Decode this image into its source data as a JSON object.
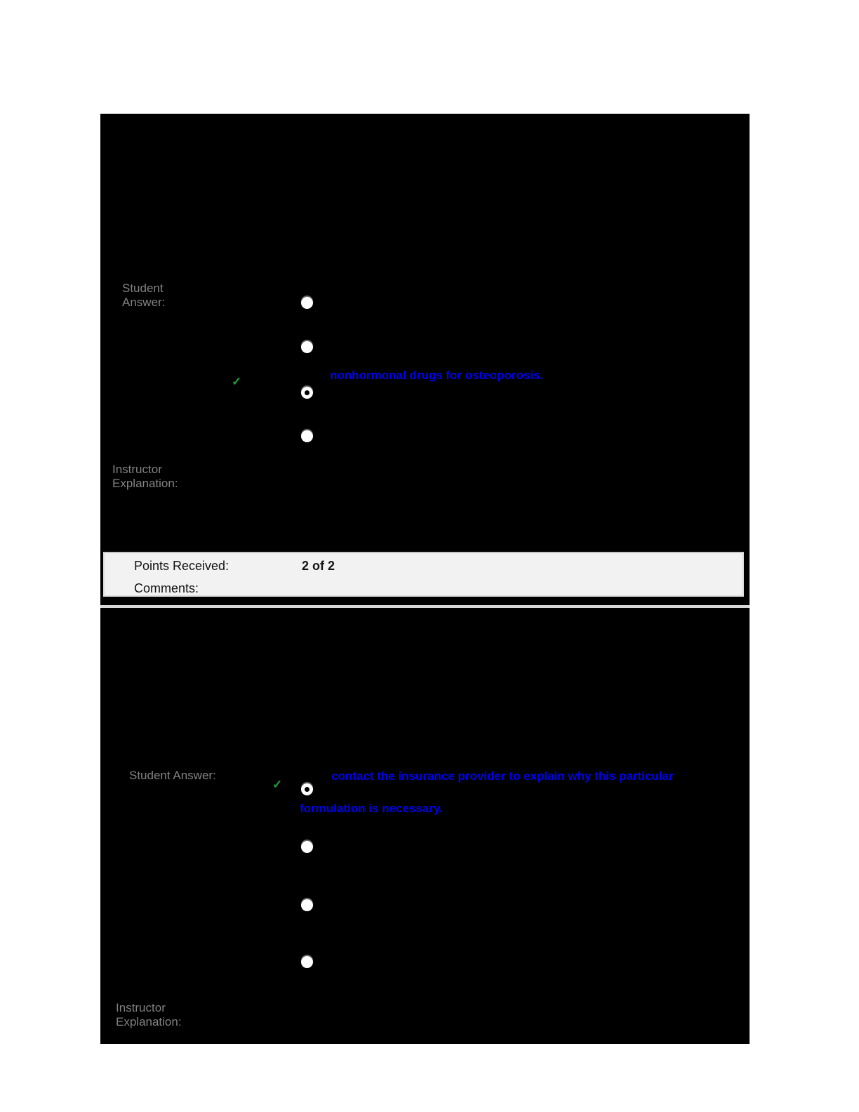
{
  "colors": {
    "page_bg": "#ffffff",
    "panel_bg": "#000000",
    "label_gray": "#828282",
    "answer_blue": "#0000ee",
    "check_green": "#1fa13b",
    "points_box_bg": "#f2f2f2"
  },
  "icons": {
    "correct_check": "✓"
  },
  "question1": {
    "student_answer_label": "Student Answer:",
    "instructor_label": "Instructor Explanation:",
    "selected_answer_text": "nonhormonal drugs for osteoporosis.",
    "options": [
      {
        "selected": false
      },
      {
        "selected": false
      },
      {
        "selected": true,
        "correct": true
      },
      {
        "selected": false
      }
    ],
    "points": {
      "received_label": "Points Received:",
      "received_value": "2 of 2",
      "comments_label": "Comments:"
    }
  },
  "question2": {
    "student_answer_label": "Student Answer:",
    "instructor_label": "Instructor Explanation:",
    "answer_lines": [
      "contact the insurance provider to explain why this particular",
      "formulation is necessary."
    ],
    "options": [
      {
        "selected": true,
        "correct": true
      },
      {
        "selected": false
      },
      {
        "selected": false
      },
      {
        "selected": false
      }
    ]
  }
}
